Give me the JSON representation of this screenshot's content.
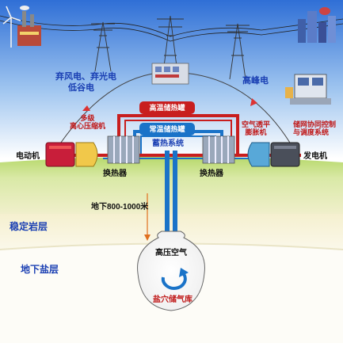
{
  "labels": {
    "abandoned_power": "弃风电、弃光电",
    "valley_power": "低谷电",
    "peak_power": "高峰电",
    "compressor": "多级\n离心压缩机",
    "expander": "空气透平\n膨胀机",
    "control_system": "储网协同控制\n与调度系统",
    "motor": "电动机",
    "generator": "发电机",
    "high_temp_tank": "高温储热罐",
    "normal_temp_tank": "常温储热罐",
    "heat_storage_system": "蓄热系统",
    "heat_exchanger_left": "换热器",
    "heat_exchanger_right": "换热器",
    "depth": "地下800-1000米",
    "stable_rock": "稳定岩层",
    "salt_layer": "地下盐层",
    "high_pressure_air": "高压空气",
    "salt_cavern": "盐穴储气库"
  },
  "colors": {
    "hot_pipe": "#c81e1e",
    "cold_pipe": "#1a73c8",
    "label_blue": "#1a3fb3",
    "ground_green": "#9bc84a",
    "sky_blue": "#3a78d8"
  },
  "icons": {
    "wind": "wind-turbine-icon",
    "factory": "power-plant-icon",
    "city": "city-icon",
    "control": "control-room-icon"
  }
}
